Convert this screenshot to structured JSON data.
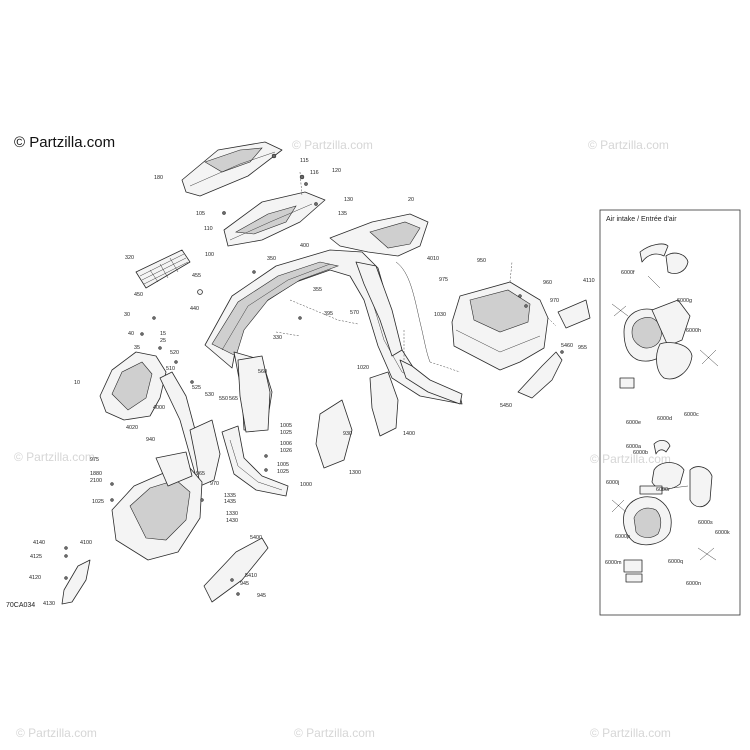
{
  "brand": "© Partzilla.com",
  "watermark_text": "© Partzilla.com",
  "diagram_code": "70CA034",
  "inset_title": "Air intake / Entrée d'air",
  "callouts": [
    "115",
    "116",
    "120",
    "180",
    "130",
    "135",
    "105",
    "110",
    "100",
    "350",
    "455",
    "320",
    "450",
    "440",
    "355",
    "395",
    "330",
    "30",
    "40",
    "35",
    "15",
    "25",
    "520",
    "510",
    "10",
    "525",
    "530",
    "550",
    "565",
    "560",
    "4000",
    "4020",
    "940",
    "975",
    "1880",
    "2100",
    "1025",
    "965",
    "970",
    "1335",
    "1435",
    "1330",
    "1430",
    "1005",
    "1025",
    "1006",
    "1026",
    "1005",
    "1025",
    "1000",
    "930",
    "1300",
    "1400",
    "1020",
    "570",
    "20",
    "400",
    "4010",
    "975",
    "1030",
    "950",
    "960",
    "970",
    "4110",
    "5460",
    "955",
    "5450",
    "5400",
    "5410",
    "945",
    "945",
    "4100",
    "4140",
    "4125",
    "4120",
    "4130",
    "6000f",
    "6000g",
    "6000h",
    "6000e",
    "6000d",
    "6000c",
    "6000a",
    "6000b",
    "6000j",
    "6000r",
    "6000p",
    "6000s",
    "6000k",
    "6000m",
    "6000q",
    "6000n"
  ],
  "colors": {
    "line": "#2a2a2a",
    "fill": "#f4f4f4",
    "shade": "#cfcfcf",
    "dark": "#6a6a6a",
    "watermark": "#d6d6d6"
  }
}
